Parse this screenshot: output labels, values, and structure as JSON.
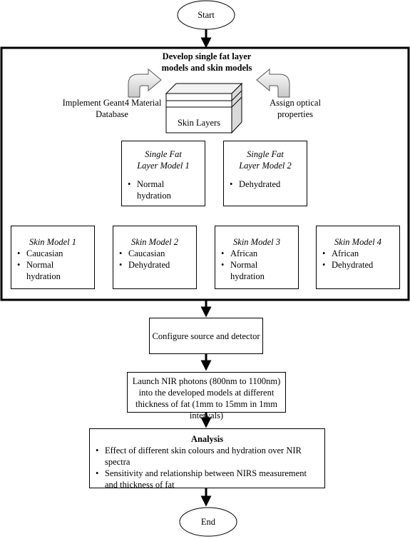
{
  "start": "Start",
  "end": "End",
  "develop_title": "Develop single fat layer models and skin models",
  "implement": "Implement Geant4 Material Database",
  "assign": "Assign optical properties",
  "skin_layers": "Skin Layers",
  "fat_models": [
    {
      "title": "Single Fat Layer Model 1",
      "items": [
        "Normal hydration"
      ]
    },
    {
      "title": "Single Fat Layer Model 2",
      "items": [
        "Dehydrated"
      ]
    }
  ],
  "skin_models": [
    {
      "title": "Skin Model 1",
      "items": [
        "Caucasian",
        "Normal hydration"
      ]
    },
    {
      "title": "Skin Model 2",
      "items": [
        "Caucasian",
        "Dehydrated"
      ]
    },
    {
      "title": "Skin Model 3",
      "items": [
        "African",
        "Normal hydration"
      ]
    },
    {
      "title": "Skin Model 4",
      "items": [
        "African",
        "Dehydrated"
      ]
    }
  ],
  "configure": "Configure source and detector",
  "launch": "Launch NIR photons (800nm to 1100nm) into the developed models at different thickness of fat (1mm to 15mm in 1mm intervals)",
  "analysis": {
    "title": "Analysis",
    "items": [
      "Effect of different skin colours and hydration over NIR spectra",
      "Sensitivity and relationship between NIRS measurement and thickness of fat"
    ]
  }
}
